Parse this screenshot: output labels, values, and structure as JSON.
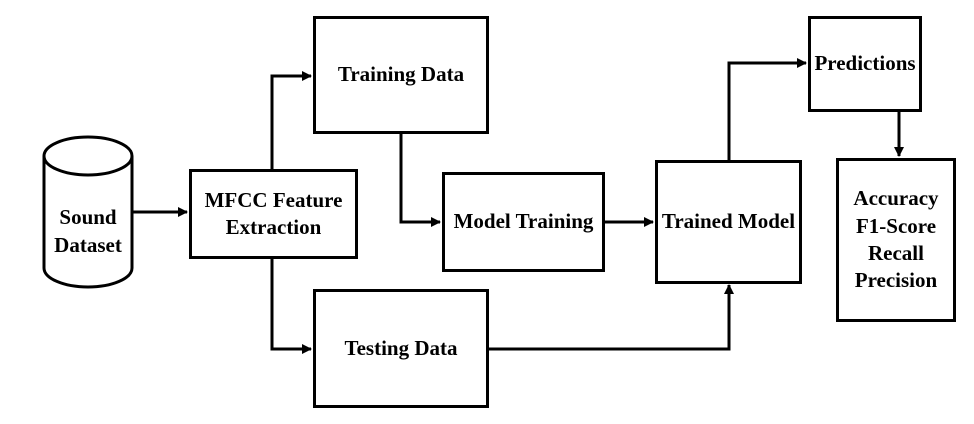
{
  "nodes": {
    "sound_dataset": "Sound\nDataset",
    "mfcc": "MFCC Feature\nExtraction",
    "training_data": "Training Data",
    "testing_data": "Testing Data",
    "model_training": "Model Training",
    "trained_model": "Trained Model",
    "predictions": "Predictions",
    "metrics": "Accuracy\nF1-Score\nRecall\nPrecision"
  },
  "edges": [
    {
      "from": "sound_dataset",
      "to": "mfcc"
    },
    {
      "from": "mfcc",
      "to": "training_data"
    },
    {
      "from": "mfcc",
      "to": "testing_data"
    },
    {
      "from": "training_data",
      "to": "model_training"
    },
    {
      "from": "model_training",
      "to": "trained_model"
    },
    {
      "from": "testing_data",
      "to": "trained_model"
    },
    {
      "from": "trained_model",
      "to": "predictions"
    },
    {
      "from": "predictions",
      "to": "metrics"
    }
  ],
  "colors": {
    "stroke": "#000000",
    "fill": "#ffffff"
  }
}
